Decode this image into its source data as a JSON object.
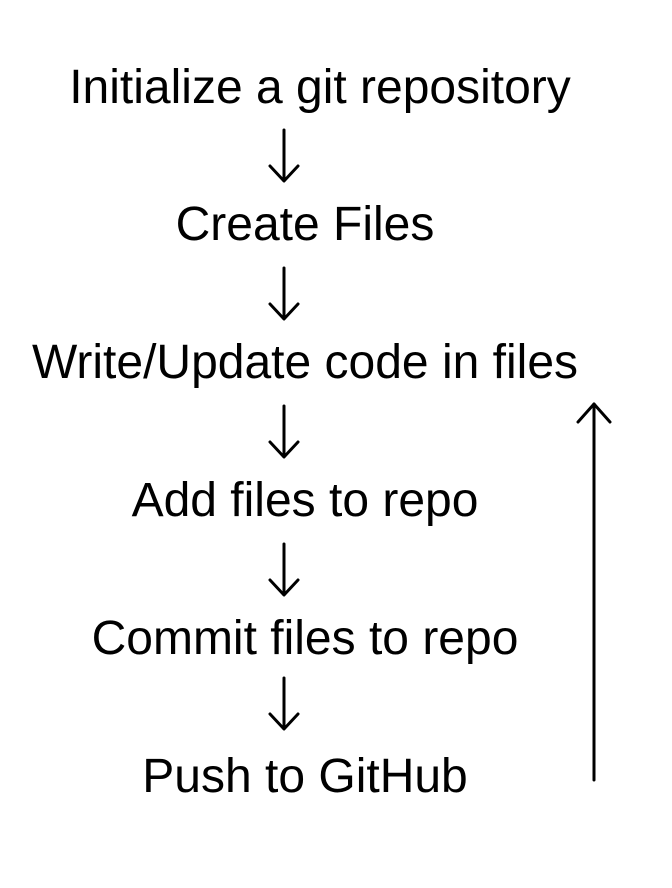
{
  "steps": [
    {
      "label": "Initialize a git repository"
    },
    {
      "label": "Create Files"
    },
    {
      "label": "Write/Update code in files"
    },
    {
      "label": "Add files to repo"
    },
    {
      "label": "Commit files to repo"
    },
    {
      "label": "Push to GitHub"
    }
  ],
  "colors": {
    "text": "#000000",
    "background": "#ffffff"
  }
}
